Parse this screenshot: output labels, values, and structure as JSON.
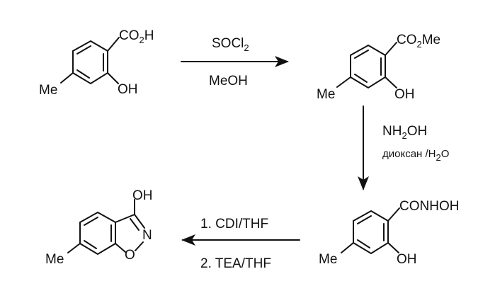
{
  "molecules": {
    "acid": {
      "top": "CO2H",
      "oh": "OH",
      "me": "Me"
    },
    "ester": {
      "top": "CO2Me",
      "oh": "OH",
      "me": "Me"
    },
    "hydroxamic": {
      "top": "CONHOH",
      "oh": "OH",
      "me": "Me"
    },
    "benzisoxazole": {
      "oh": "OH",
      "n": "N",
      "o": "O",
      "me": "Me"
    }
  },
  "reagents": {
    "step1": {
      "above": "SOCl2",
      "below": "MeOH"
    },
    "step2": {
      "line1": "NH2OH",
      "line2": "диоксан /H2O"
    },
    "step3": {
      "above": "1. CDI/THF",
      "below": "2. TEA/THF"
    }
  }
}
